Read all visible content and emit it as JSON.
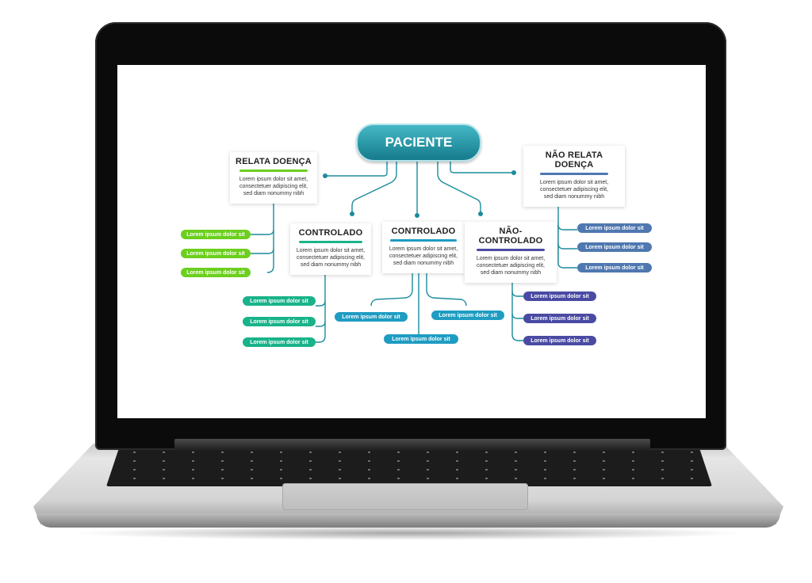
{
  "diagram": {
    "root": "PACIENTE",
    "colors": {
      "root": "#1f8c9c",
      "green": "#6ccf1e",
      "teal": "#19b38a",
      "cyan": "#1f9cc2",
      "indigo": "#4a4aa3",
      "slate": "#4f78b0",
      "line": "#1a8c9c"
    },
    "cards": {
      "relata": {
        "title": "RELATA DOENÇA",
        "body": [
          "Lorem ipsum dolor sit amet,",
          "consectetuer adipiscing elit,",
          "sed diam nonummy nibh"
        ]
      },
      "nao_relata": {
        "title": "NÃO RELATA DOENÇA",
        "body": [
          "Lorem ipsum dolor sit amet,",
          "consectetuer adipiscing elit,",
          "sed diam nonummy nibh"
        ]
      },
      "controlado1": {
        "title": "CONTROLADO",
        "body": [
          "Lorem ipsum dolor sit amet,",
          "consectetuer adipiscing elit,",
          "sed diam nonummy nibh"
        ]
      },
      "controlado2": {
        "title": "CONTROLADO",
        "body": [
          "Lorem ipsum dolor sit amet,",
          "consectetuer adipiscing elit,",
          "sed diam nonummy nibh"
        ]
      },
      "nao_controlado": {
        "title": "NÃO-CONTROLADO",
        "body": [
          "Lorem ipsum dolor sit amet,",
          "consectetuer adipiscing elit,",
          "sed diam nonummy nibh"
        ]
      }
    },
    "pill_label": "Lorem ipsum dolor sit",
    "pills": {
      "relata": [
        "Lorem ipsum dolor sit",
        "Lorem ipsum dolor sit",
        "Lorem ipsum dolor sit"
      ],
      "controlado1": [
        "Lorem ipsum dolor sit",
        "Lorem ipsum dolor sit",
        "Lorem ipsum dolor sit"
      ],
      "controlado2": [
        "Lorem ipsum dolor sit",
        "Lorem ipsum dolor sit",
        "Lorem ipsum dolor sit"
      ],
      "nao_controlado": [
        "Lorem ipsum dolor sit",
        "Lorem ipsum dolor sit",
        "Lorem ipsum dolor sit"
      ],
      "nao_relata": [
        "Lorem ipsum dolor sit",
        "Lorem ipsum dolor sit",
        "Lorem ipsum dolor sit"
      ]
    }
  }
}
